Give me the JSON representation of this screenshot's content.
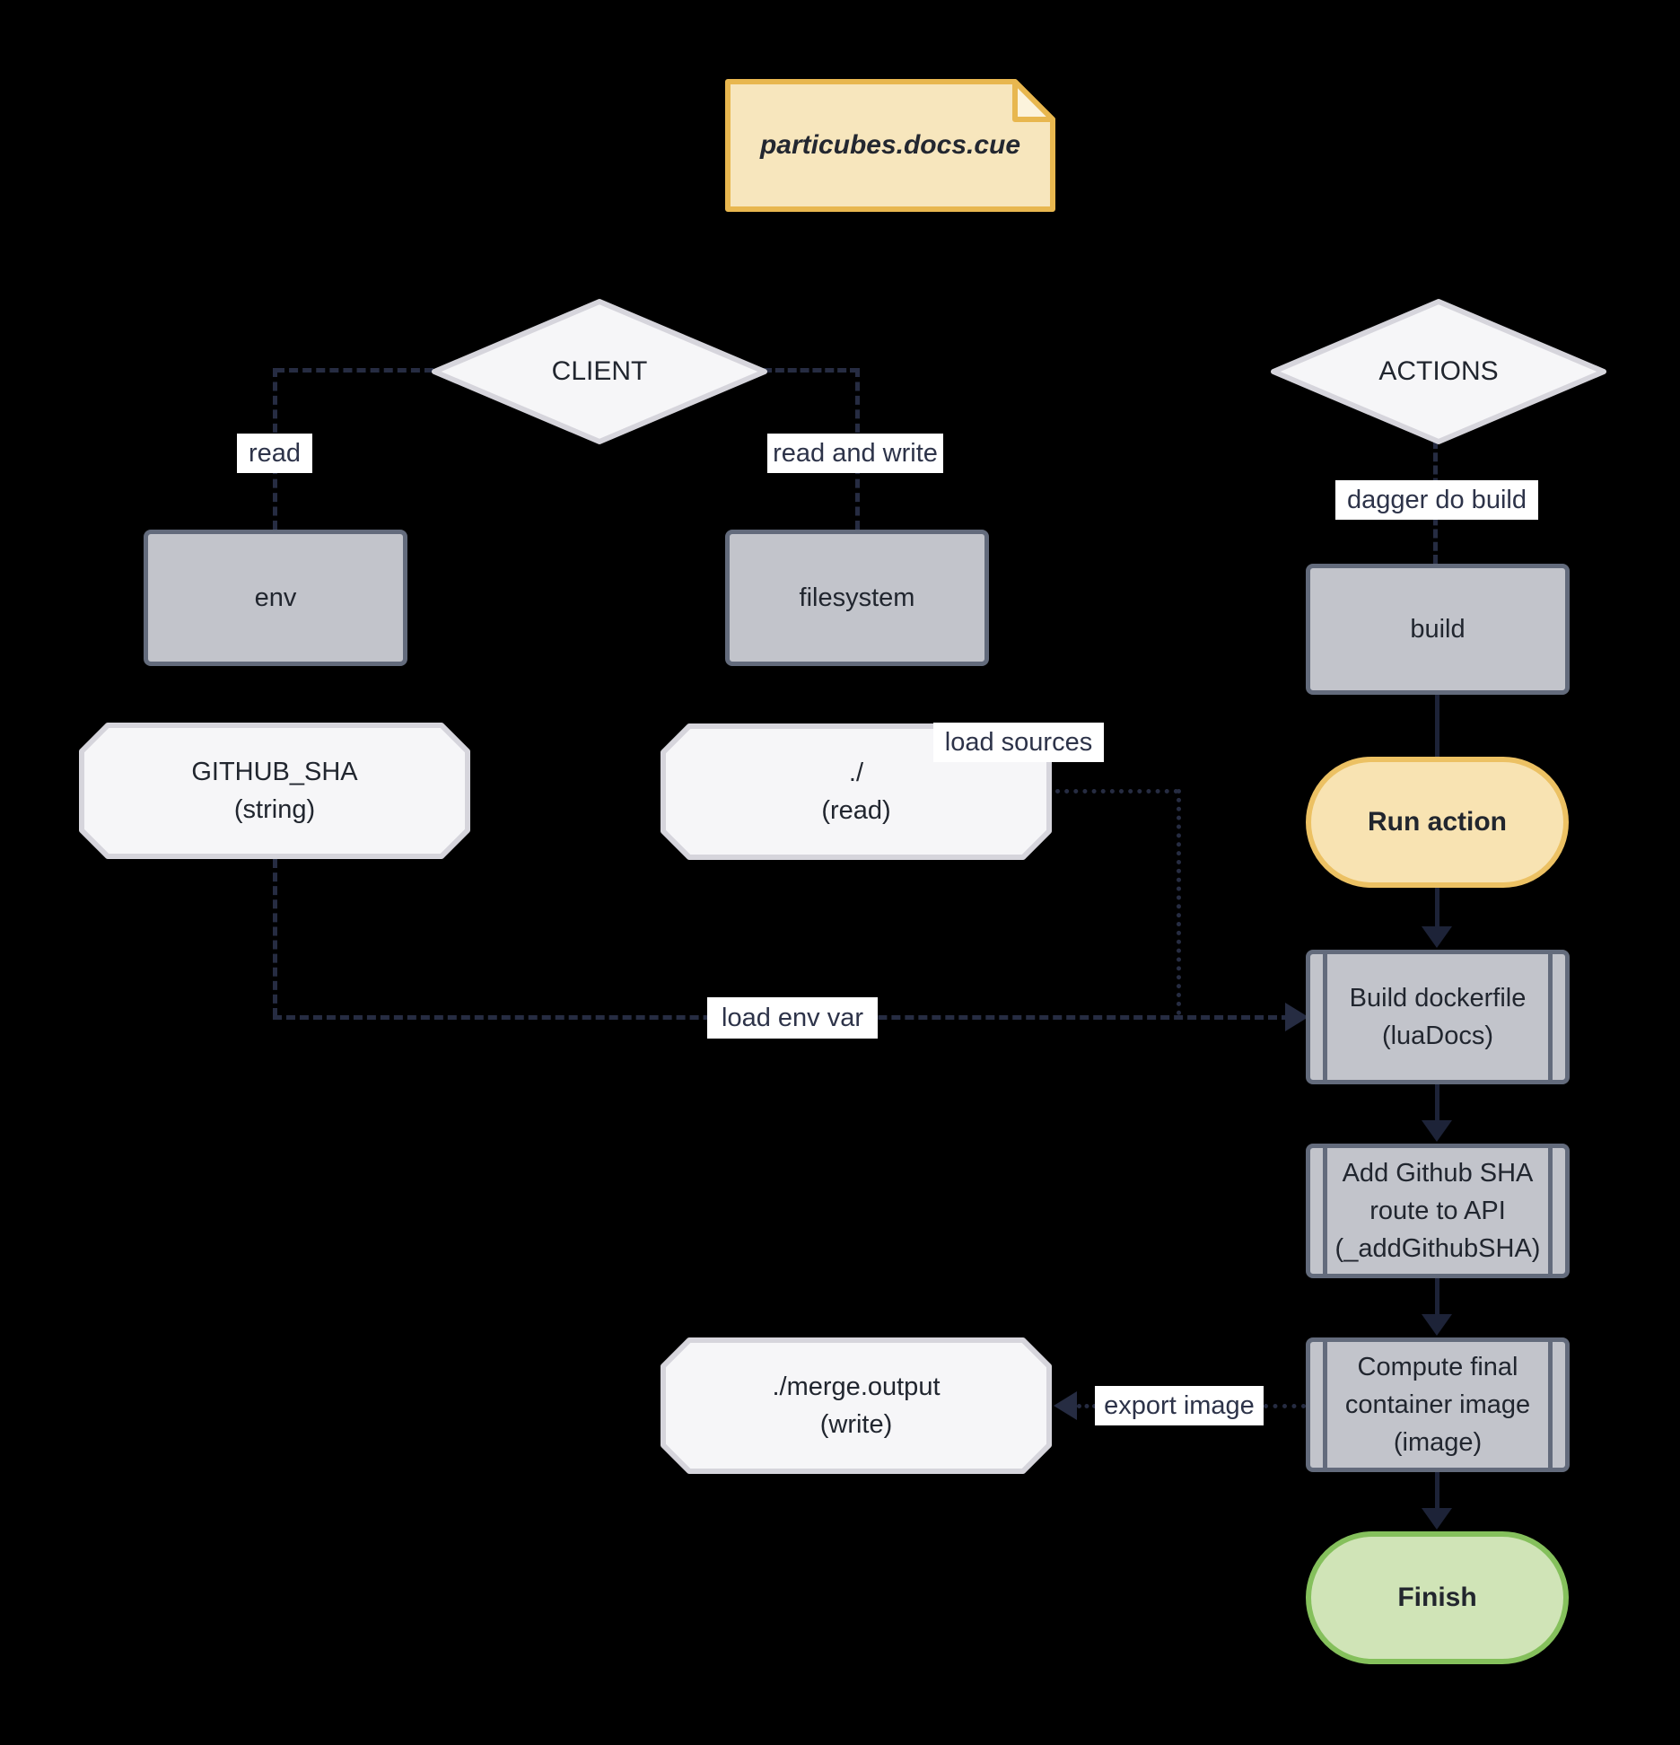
{
  "diagram_type": "flowchart",
  "note": {
    "title": "particubes.docs.cue"
  },
  "diamonds": {
    "client": "CLIENT",
    "actions": "ACTIONS"
  },
  "boxes": {
    "env": "env",
    "filesystem": "filesystem",
    "build": "build"
  },
  "octagons": {
    "github_sha": "GITHUB_SHA\n(string)",
    "dot_read": "./\n(read)",
    "merge_output": "./merge.output\n(write)"
  },
  "subroutines": {
    "build_dockerfile": "Build dockerfile\n(luaDocs)",
    "add_github_sha": "Add Github SHA\nroute to API\n(_addGithubSHA)",
    "compute_image": "Compute final\ncontainer image\n(image)"
  },
  "terminals": {
    "run_action": "Run action",
    "finish": "Finish"
  },
  "edge_labels": {
    "read": "read",
    "read_and_write": "read and write",
    "dagger_do_build": "dagger do build",
    "load_sources": "load sources",
    "load_env_var": "load env var",
    "export_image": "export image"
  },
  "colors": {
    "background": "#000000",
    "note_fill": "#f7e6bd",
    "note_border": "#e8b74f",
    "note_fold_fill": "#fcf3dc",
    "light_shape_fill": "#f6f6f8",
    "light_shape_border": "#d6d5dc",
    "gray_box_fill": "#c2c4cb",
    "gray_box_border": "#636b7c",
    "run_action_fill": "#f8e3b2",
    "run_action_border": "#ecc163",
    "finish_fill": "#d0e4b7",
    "finish_border": "#85c05c",
    "edge_line": "#262c42",
    "solid_line": "#1d2338",
    "label_bg": "#ffffff",
    "label_text": "#2d3349",
    "shape_text": "#21262f"
  }
}
